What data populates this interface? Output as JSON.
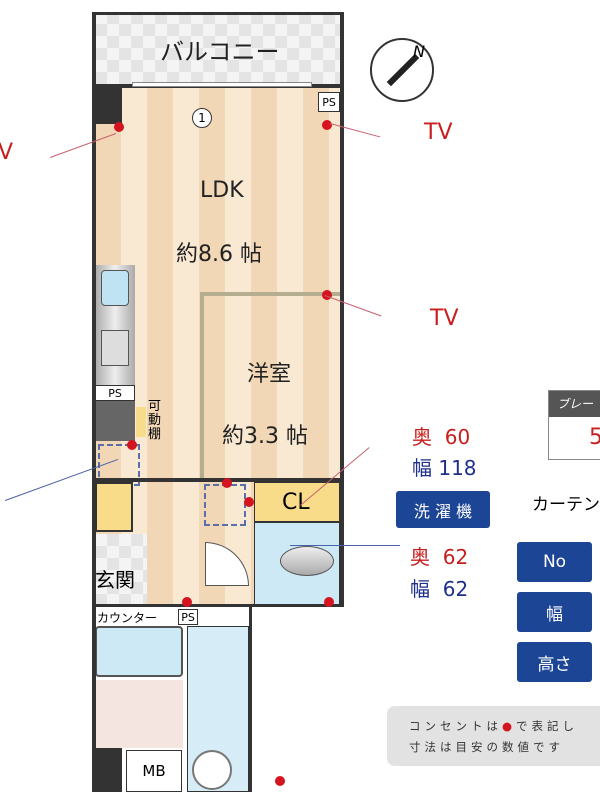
{
  "plan": {
    "balcony": "バルコニー",
    "ldk": "LDK",
    "ldk_size": "約8.6 帖",
    "room_number": "1",
    "western_room": "洋室",
    "western_size": "約3.3 帖",
    "closet": "CL",
    "entrance": "玄関",
    "counter": "カウンター",
    "ps": "PS",
    "movable_shelf": "可\n動\n棚",
    "mb": "MB"
  },
  "annotations": {
    "tv1": "TV",
    "tv2": "TV",
    "tv_left": "V"
  },
  "washer": {
    "depth1_label": "奥",
    "depth1": "60",
    "width1_label": "幅",
    "width1": "118",
    "button": "洗 濯 機",
    "depth2_label": "奥",
    "depth2": "62",
    "width2_label": "幅",
    "width2": "62"
  },
  "plate": {
    "header": "ブレー",
    "value": "5"
  },
  "curtain": {
    "title": "カーテン",
    "no": "No",
    "width": "幅",
    "height": "高さ"
  },
  "note": {
    "line1_a": "コンセントは",
    "line1_b": "で表記し",
    "line2": "寸法は目安の数値です"
  },
  "colors": {
    "outlet": "#d4141e",
    "button": "#1c4595"
  }
}
